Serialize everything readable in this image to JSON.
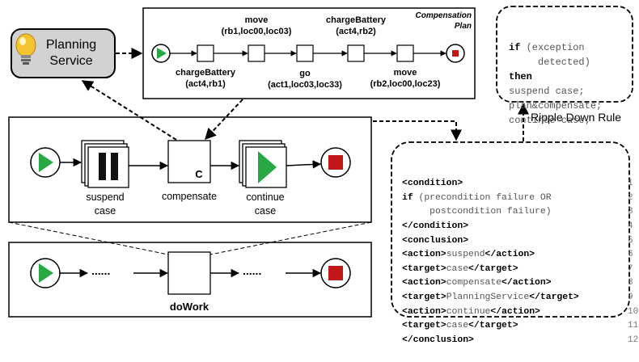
{
  "planning_service": {
    "label_line1": "Planning",
    "label_line2": "Service"
  },
  "compensation_plan": {
    "title_line1": "Compensation",
    "title_line2": "Plan",
    "tasks": [
      {
        "name": "chargeBattery",
        "args": "(act4,rb1)"
      },
      {
        "name": "move",
        "args": "(rb1,loc00,loc03)"
      },
      {
        "name": "go",
        "args": "(act1,loc03,loc33)"
      },
      {
        "name": "chargeBattery",
        "args": "(act4,rb2)"
      },
      {
        "name": "move",
        "args": "(rb2,loc00,loc23)"
      }
    ]
  },
  "worklet_process": {
    "suspend_label_1": "suspend",
    "suspend_label_2": "case",
    "compensate_label": "compensate",
    "compensate_marker": "C",
    "continue_label_1": "continue",
    "continue_label_2": "case"
  },
  "main_process": {
    "task_label": "doWork",
    "ellipsis": "......"
  },
  "ripple_rule": {
    "caption": "Ripple Down Rule",
    "lines": [
      {
        "kw": "if",
        "text": " (exception"
      },
      {
        "kw": "",
        "text": "     detected)"
      },
      {
        "kw": "then",
        "text": ""
      },
      {
        "kw": "",
        "text": "suspend case;"
      },
      {
        "kw": "",
        "text": "plan&compensate;"
      },
      {
        "kw": "",
        "text": "continue case;"
      }
    ]
  },
  "xml_rule": {
    "lines": [
      {
        "num": "1",
        "parts": [
          {
            "k": 1,
            "t": "<condition>"
          }
        ]
      },
      {
        "num": "2",
        "parts": [
          {
            "k": 1,
            "t": "if"
          },
          {
            "k": 0,
            "t": " (precondition failure OR"
          }
        ]
      },
      {
        "num": "3",
        "parts": [
          {
            "k": 0,
            "t": "     postcondition failure)"
          }
        ]
      },
      {
        "num": "4",
        "parts": [
          {
            "k": 1,
            "t": "</condition>"
          }
        ]
      },
      {
        "num": "5",
        "parts": [
          {
            "k": 1,
            "t": "<conclusion>"
          }
        ]
      },
      {
        "num": "6",
        "parts": [
          {
            "k": 1,
            "t": "<action>"
          },
          {
            "k": 0,
            "t": "suspend"
          },
          {
            "k": 1,
            "t": "</action>"
          }
        ]
      },
      {
        "num": "7",
        "parts": [
          {
            "k": 1,
            "t": "<target>"
          },
          {
            "k": 0,
            "t": "case"
          },
          {
            "k": 1,
            "t": "</target>"
          }
        ]
      },
      {
        "num": "8",
        "parts": [
          {
            "k": 1,
            "t": "<action>"
          },
          {
            "k": 0,
            "t": "compensate"
          },
          {
            "k": 1,
            "t": "</action>"
          }
        ]
      },
      {
        "num": "9",
        "parts": [
          {
            "k": 1,
            "t": "<target>"
          },
          {
            "k": 0,
            "t": "PlanningService"
          },
          {
            "k": 1,
            "t": "</target>"
          }
        ]
      },
      {
        "num": "10",
        "parts": [
          {
            "k": 1,
            "t": "<action>"
          },
          {
            "k": 0,
            "t": "continue"
          },
          {
            "k": 1,
            "t": "</action>"
          }
        ]
      },
      {
        "num": "11",
        "parts": [
          {
            "k": 1,
            "t": "<target>"
          },
          {
            "k": 0,
            "t": "case"
          },
          {
            "k": 1,
            "t": "</target>"
          }
        ]
      },
      {
        "num": "12",
        "parts": [
          {
            "k": 1,
            "t": "</conclusion>"
          }
        ]
      }
    ]
  },
  "colors": {
    "start_green": "#27a844",
    "end_red": "#c01818",
    "service_fill": "#d2d2d2",
    "bulb_yellow": "#f4c430"
  }
}
